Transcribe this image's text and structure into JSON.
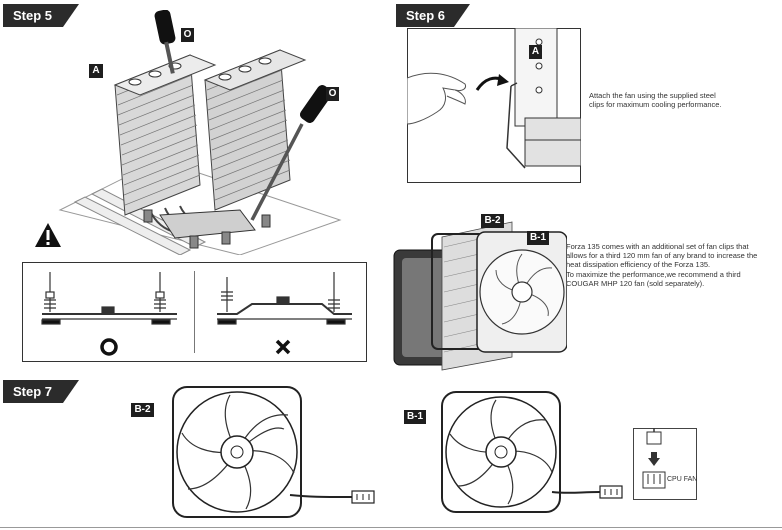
{
  "steps": {
    "step5": "Step 5",
    "step6": "Step 6",
    "step7": "Step 7"
  },
  "labels": {
    "a": "A",
    "o": "O",
    "b1": "B-1",
    "b2": "B-2"
  },
  "step6_note": {
    "line1": "Attach the fan using the supplied steel",
    "line2": "clips for maximum cooling performance."
  },
  "forza_note": {
    "line1": "Forza 135 comes with an additional set of fan clips that",
    "line2": "allows for a third 120 mm fan of any brand to increase the",
    "line3": "heat dissipation efficiency of the Forza 135.",
    "line4": "To maximize the performance,we recommend a third",
    "line5": "COUGAR MHP 120 fan (sold separately)."
  },
  "connector_label": "CPU FAN",
  "symbols": {
    "correct": "O",
    "wrong": "X"
  },
  "icons": [
    "warning-icon",
    "screwdriver-icon",
    "fan-icon",
    "arrow-icon",
    "hand-icon"
  ]
}
